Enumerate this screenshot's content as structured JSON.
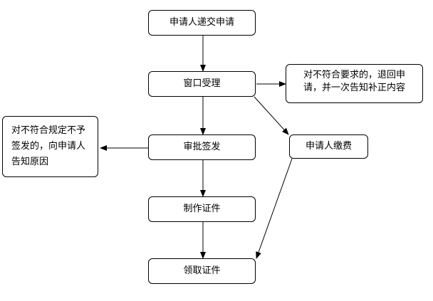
{
  "steps": {
    "submit": "申请人递交申请",
    "accept": "窗口受理",
    "approve": "审批签发",
    "produce": "制作证件",
    "collect": "领取证件",
    "pay": "申请人缴费"
  },
  "notes": {
    "reject_requirements": "对不符合要求的，退回申请，并一次告知补正内容",
    "reject_rules": "对不符合规定不予签发的，向申请人告知原因"
  }
}
